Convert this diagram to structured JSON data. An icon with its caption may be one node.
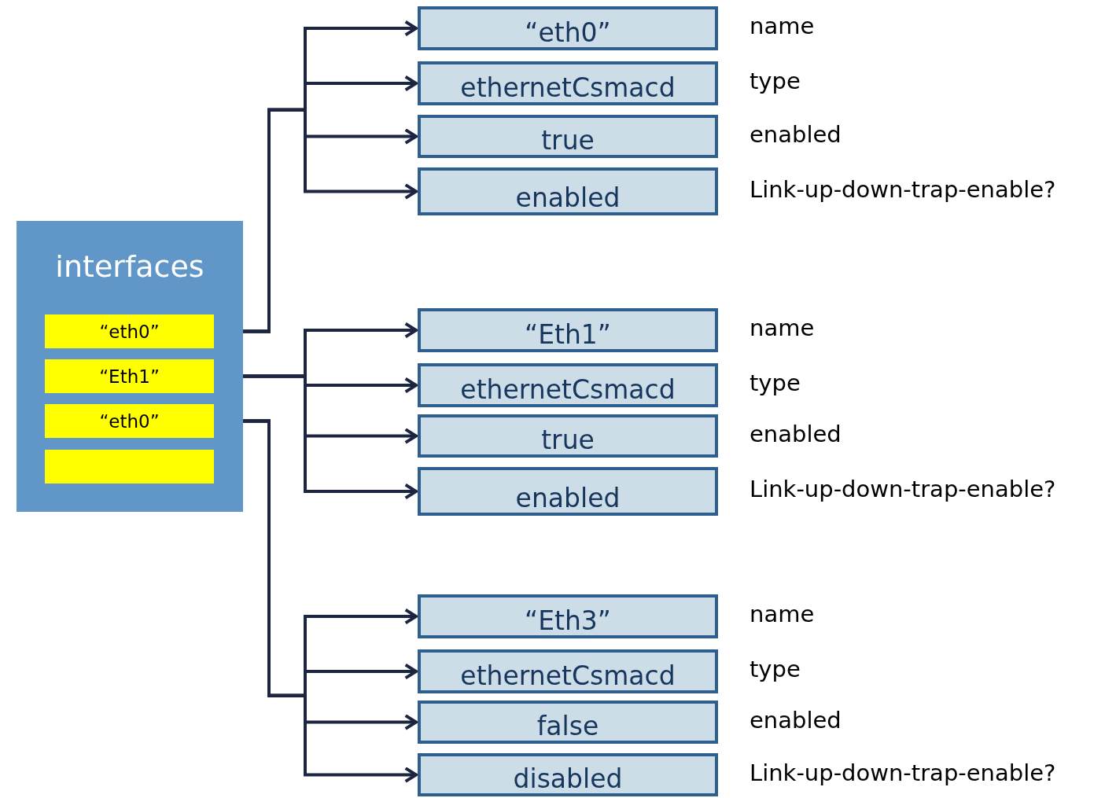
{
  "diagram": {
    "nodes": [
      {
        "text": [
          "interfaces"
        ]
      },
      {
        "text": [
          "“eth0”"
        ],
        "in": 0
      },
      {
        "text": [
          "“Eth1”"
        ],
        "in": 0
      },
      {
        "text": [
          "“eth0”"
        ],
        "in": 0
      },
      {
        "text": [],
        "shape": "box",
        "in": 0
      },
      {
        "text": [
          "“eth0”"
        ],
        "beside": [
          "name"
        ]
      },
      {
        "text": [
          "ethernetCsmacd"
        ],
        "beside": [
          "type"
        ]
      },
      {
        "text": [
          "true"
        ],
        "beside": [
          "enabled"
        ]
      },
      {
        "text": [
          "enabled"
        ],
        "beside": [
          "Link-up-down-trap-enable?"
        ]
      },
      {
        "text": [
          "“Eth1”"
        ],
        "beside": [
          "name"
        ]
      },
      {
        "text": [
          "ethernetCsmacd"
        ],
        "beside": [
          "type"
        ]
      },
      {
        "text": [
          "true"
        ],
        "beside": [
          "enabled"
        ]
      },
      {
        "text": [
          "enabled"
        ],
        "beside": [
          "Link-up-down-trap-enable?"
        ]
      },
      {
        "text": [
          "“Eth3”"
        ],
        "beside": [
          "name"
        ]
      },
      {
        "text": [
          "ethernetCsmacd"
        ],
        "beside": [
          "type"
        ]
      },
      {
        "text": [
          "false"
        ],
        "beside": [
          "enabled"
        ]
      },
      {
        "text": [
          "disabled"
        ],
        "beside": [
          "Link-up-down-trap-enable?"
        ]
      }
    ],
    "edges": [
      {
        "from": 1,
        "to": 5,
        "arrow": "to"
      },
      {
        "from": 1,
        "to": 6,
        "arrow": "to"
      },
      {
        "from": 1,
        "to": 7,
        "arrow": "to"
      },
      {
        "from": 1,
        "to": 8,
        "arrow": "to"
      },
      {
        "from": 2,
        "to": 9,
        "arrow": "to"
      },
      {
        "from": 2,
        "to": 10,
        "arrow": "to"
      },
      {
        "from": 2,
        "to": 11,
        "arrow": "to"
      },
      {
        "from": 2,
        "to": 12,
        "arrow": "to"
      },
      {
        "from": 3,
        "to": 13,
        "arrow": "to"
      },
      {
        "from": 3,
        "to": 14,
        "arrow": "to"
      },
      {
        "from": 3,
        "to": 15,
        "arrow": "to"
      },
      {
        "from": 3,
        "to": 16,
        "arrow": "to"
      }
    ]
  }
}
